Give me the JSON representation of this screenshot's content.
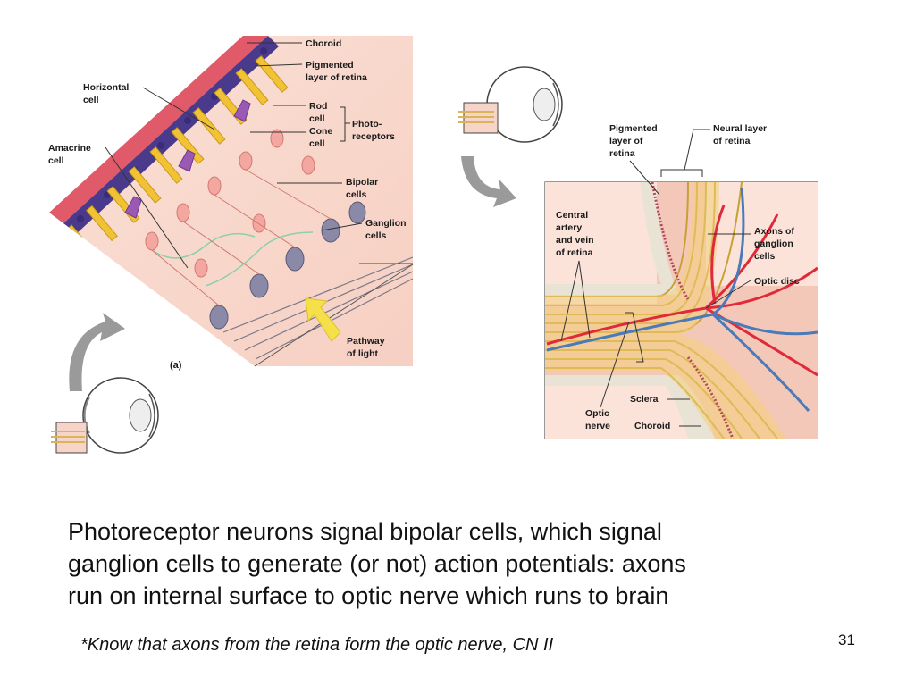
{
  "figure_a": {
    "panel_tag": "(a)",
    "labels": {
      "choroid": "Choroid",
      "pigmented_1": "Pigmented",
      "pigmented_2": "layer of retina",
      "horizontal_1": "Horizontal",
      "horizontal_2": "cell",
      "rod_1": "Rod",
      "rod_2": "cell",
      "cone_1": "Cone",
      "cone_2": "cell",
      "photo_1": "Photo-",
      "photo_2": "receptors",
      "amacrine_1": "Amacrine",
      "amacrine_2": "cell",
      "bipolar_1": "Bipolar",
      "bipolar_2": "cells",
      "ganglion_1": "Ganglion",
      "ganglion_2": "cells",
      "pathway_1": "Pathway",
      "pathway_2": "of light"
    }
  },
  "figure_b": {
    "labels": {
      "pigmented_1": "Pigmented",
      "pigmented_2": "layer of",
      "pigmented_3": "retina",
      "neural_1": "Neural layer",
      "neural_2": "of retina",
      "central_1": "Central",
      "central_2": "artery",
      "central_3": "and vein",
      "central_4": "of retina",
      "axons_1": "Axons of",
      "axons_2": "ganglion",
      "axons_3": "cells",
      "optic_disc": "Optic disc",
      "sclera": "Sclera",
      "optic_1": "Optic",
      "optic_2": "nerve",
      "choroid": "Choroid"
    }
  },
  "body_text": {
    "line1": "Photoreceptor neurons signal bipolar cells, which signal",
    "line2": "ganglion cells to generate (or not) action potentials: axons",
    "line3": "run on internal surface to optic nerve which runs to brain"
  },
  "footnote": "*Know that axons from the retina form the optic nerve, CN II",
  "page_number": "31",
  "colors": {
    "choroid": "#e05a6a",
    "pigment": "#4a3a8c",
    "photoreceptor": "#f2c235",
    "neuron": "#f3a7a0",
    "ganglion": "#8a8aa8",
    "artery": "#e02a3a",
    "vein": "#4a7ab8",
    "arrow_light": "#f5e04a",
    "arrow_gray": "#9a9a9a"
  }
}
